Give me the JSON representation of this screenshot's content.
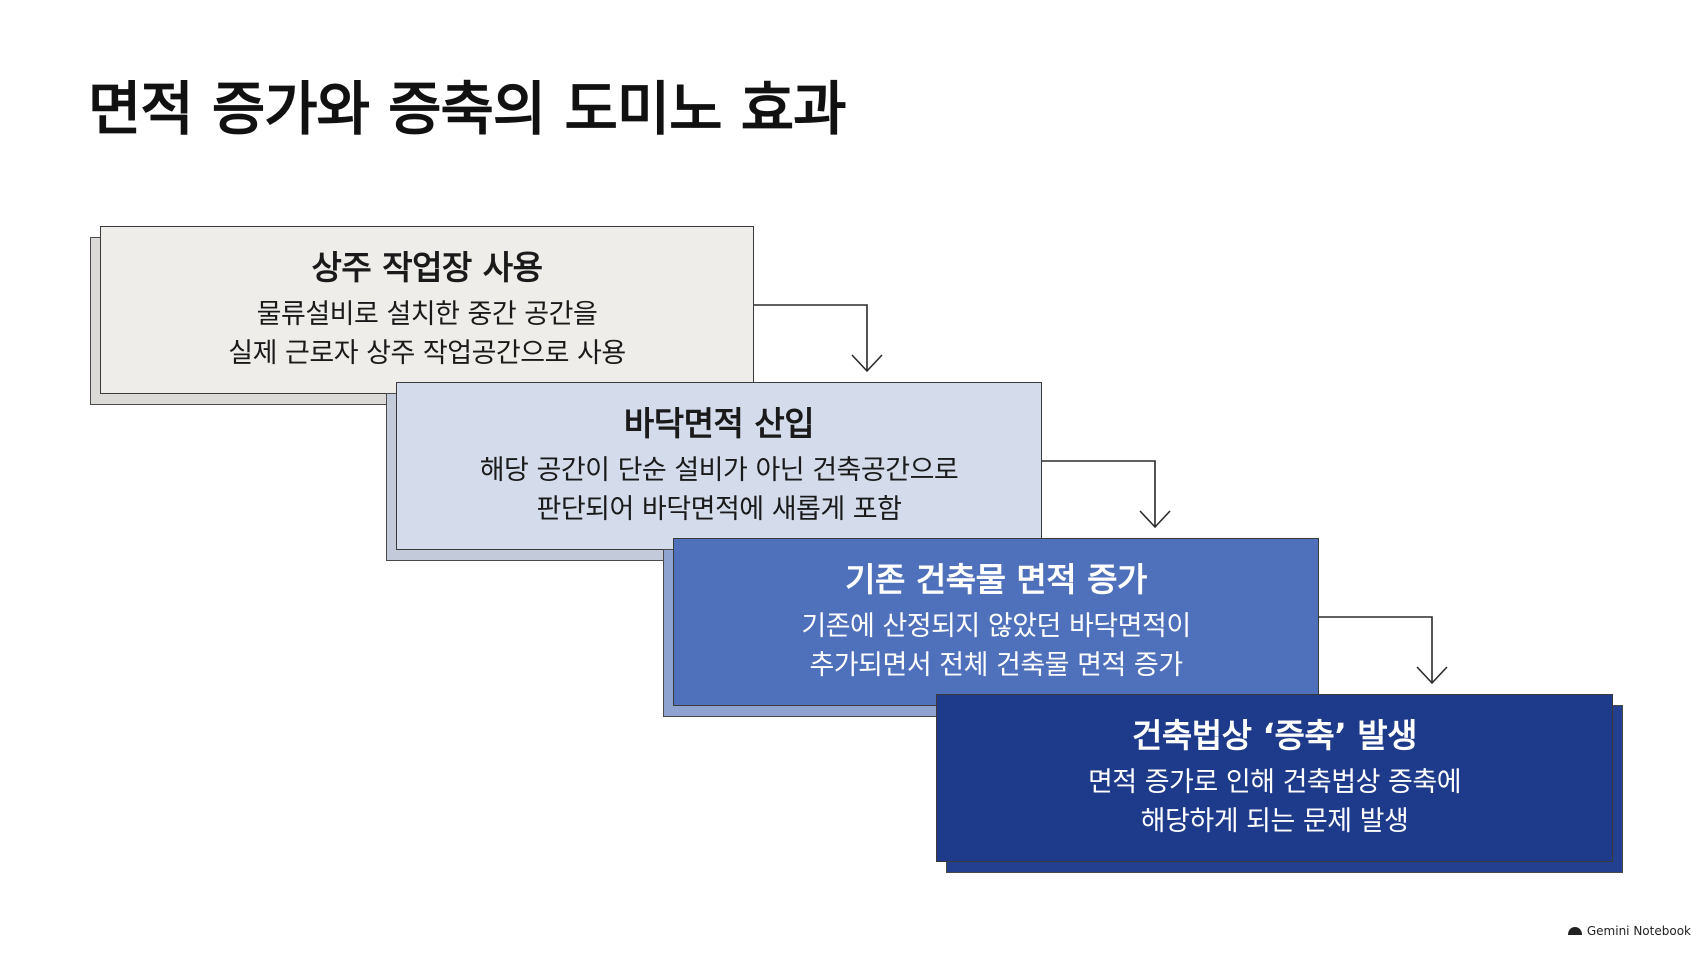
{
  "title": "면적 증가와 증축의 도미노 효과",
  "steps": [
    {
      "heading": "상주 작업장 사용",
      "lines": [
        "물류설비로 설치한 중간 공간을",
        "실제 근로자 상주 작업공간으로 사용"
      ],
      "fill": "#efede9",
      "shadow_fill": "#dcdad6",
      "text_color": "#1a1a1a"
    },
    {
      "heading": "바닥면적 산입",
      "lines": [
        "해당 공간이 단순 설비가 아닌 건축공간으로",
        "판단되어 바닥면적에 새롭게 포함"
      ],
      "fill": "#d4dcec",
      "shadow_fill": "#c3cbdb",
      "text_color": "#1a1a1a"
    },
    {
      "heading": "기존 건축물 면적 증가",
      "lines": [
        "기존에 산정되지 않았던 바닥면적이",
        "추가되면서 전체 건축물 면적 증가"
      ],
      "fill": "#4f70ba",
      "shadow_fill": "#8fa3d0",
      "text_color": "#ffffff"
    },
    {
      "heading": "건축법상 ‘증축’ 발생",
      "lines": [
        "면적 증가로 인해 건축법상 증축에",
        "해당하게 되는 문제 발생"
      ],
      "fill": "#1e3a8a",
      "shadow_fill": "#233f8f",
      "text_color": "#ffffff"
    }
  ],
  "watermark": "Gemini Notebook"
}
